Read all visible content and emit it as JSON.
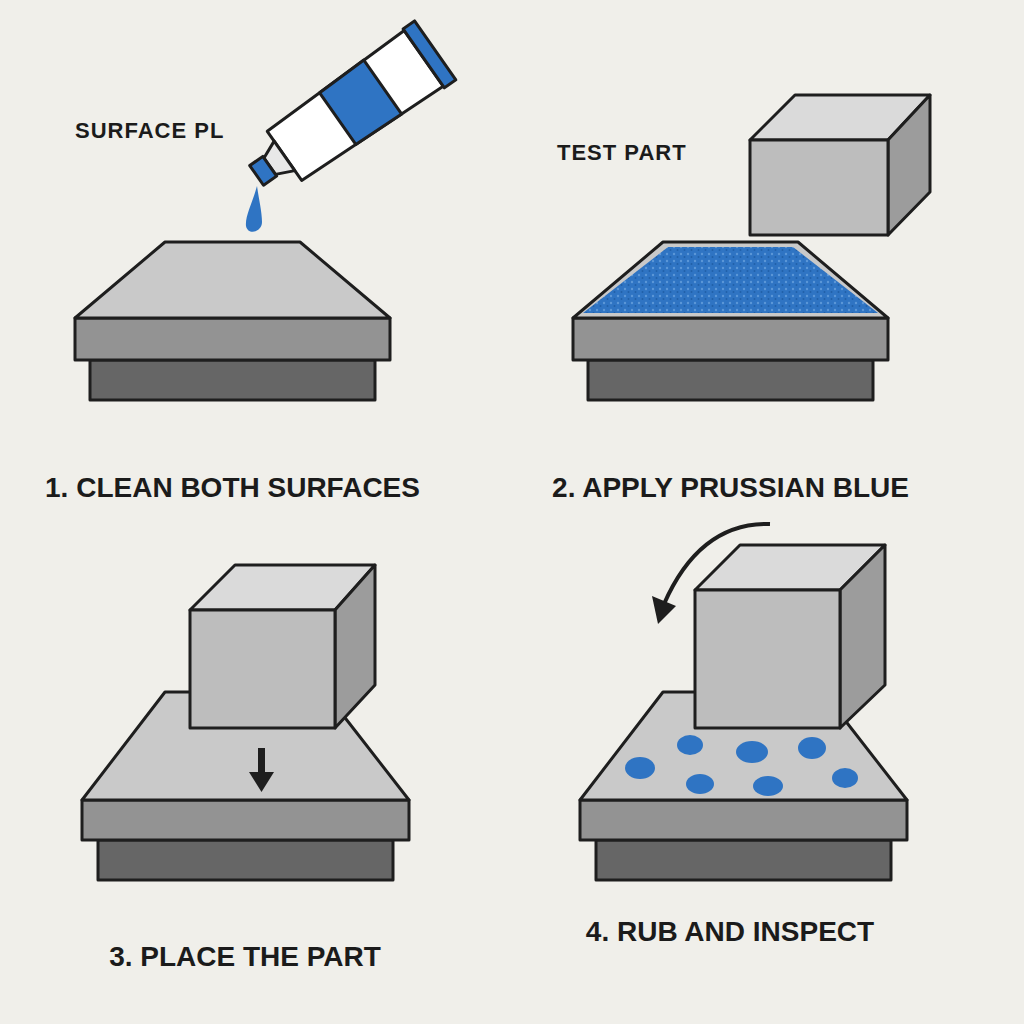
{
  "diagram": {
    "labels": [
      "SURFACE PL",
      "TEST PART",
      "1. CLEAN BOTH SURFACES",
      "2. APPLY PRUSSIAN BLUE",
      "3. PLACE THE PART",
      "4. RUB AND INSPECT"
    ]
  }
}
